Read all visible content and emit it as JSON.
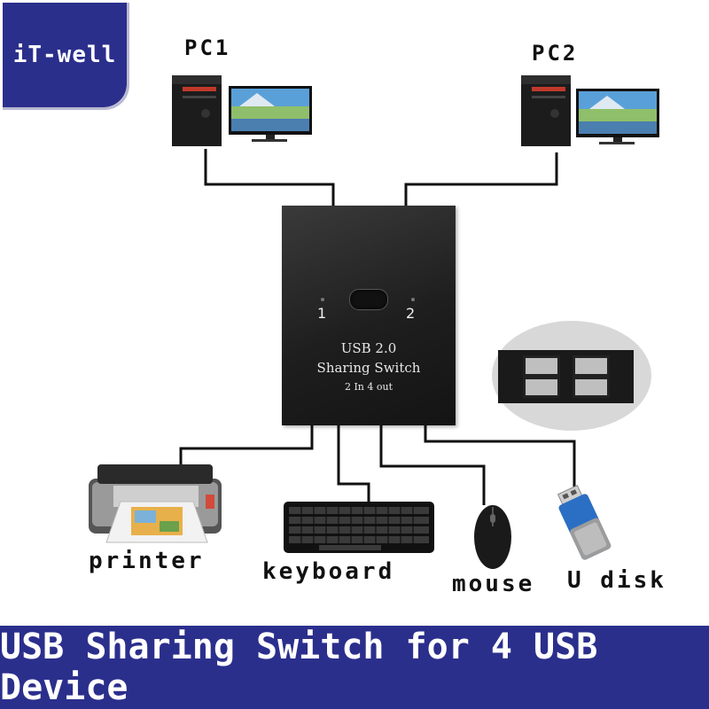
{
  "brand": {
    "logo_text": "iT-well"
  },
  "devices": {
    "pc1_label": "PC1",
    "pc2_label": "PC2",
    "printer_label": "printer",
    "keyboard_label": "keyboard",
    "mouse_label": "mouse",
    "udisk_label": "U disk"
  },
  "switch": {
    "port1_label": "1",
    "port2_label": "2",
    "line1": "USB 2.0",
    "line2": "Sharing Switch",
    "line3": "2 In 4 out"
  },
  "footer": {
    "caption": "USB Sharing Switch for 4 USB Device"
  },
  "colors": {
    "brand_blue": "#2b2f8c",
    "udisk_blue": "#2a6fc4",
    "line": "#111111"
  }
}
